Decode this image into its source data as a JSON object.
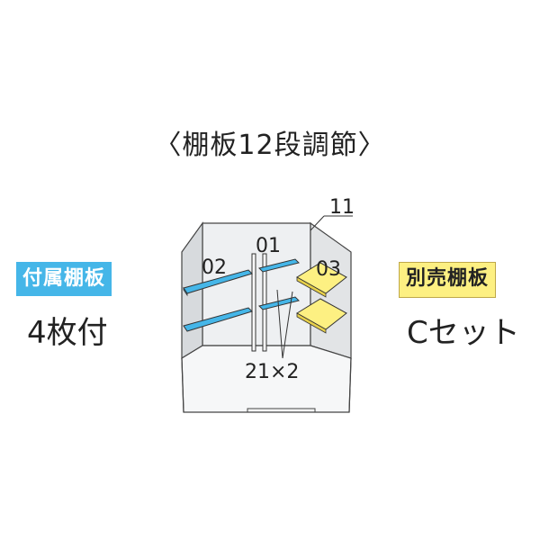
{
  "title": "〈棚板12段調節〉",
  "left_badge": {
    "label": "付属棚板",
    "color": "#45b6e8"
  },
  "left_sub": "4枚付",
  "right_badge": {
    "label": "別売棚板",
    "color": "#fdf082"
  },
  "right_sub": "Cセット",
  "diagram": {
    "labels": {
      "p11": "11",
      "p01": "01",
      "p02": "02",
      "p03": "03",
      "p21": "21×2"
    },
    "colors": {
      "included_shelf": "#45b6e8",
      "optional_shelf": "#fdf082"
    }
  }
}
